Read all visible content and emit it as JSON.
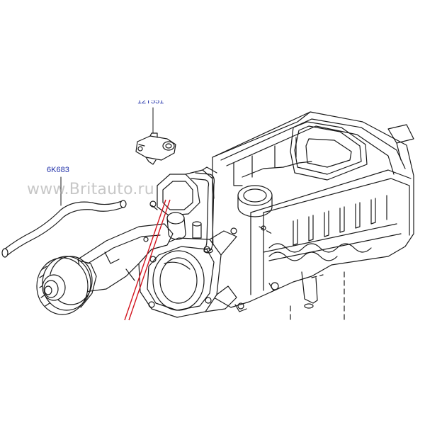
{
  "diagram": {
    "callouts": [
      {
        "id": "hose",
        "label": "6K683"
      },
      {
        "id": "sensor",
        "label": "12T551"
      }
    ],
    "watermark": "www.Britauto.ru",
    "colors": {
      "line": "#1a1a1a",
      "callout_text": "#1f2fa8",
      "highlight_line": "#d2141e",
      "watermark": "#9a9a9a",
      "background": "#ffffff"
    }
  }
}
